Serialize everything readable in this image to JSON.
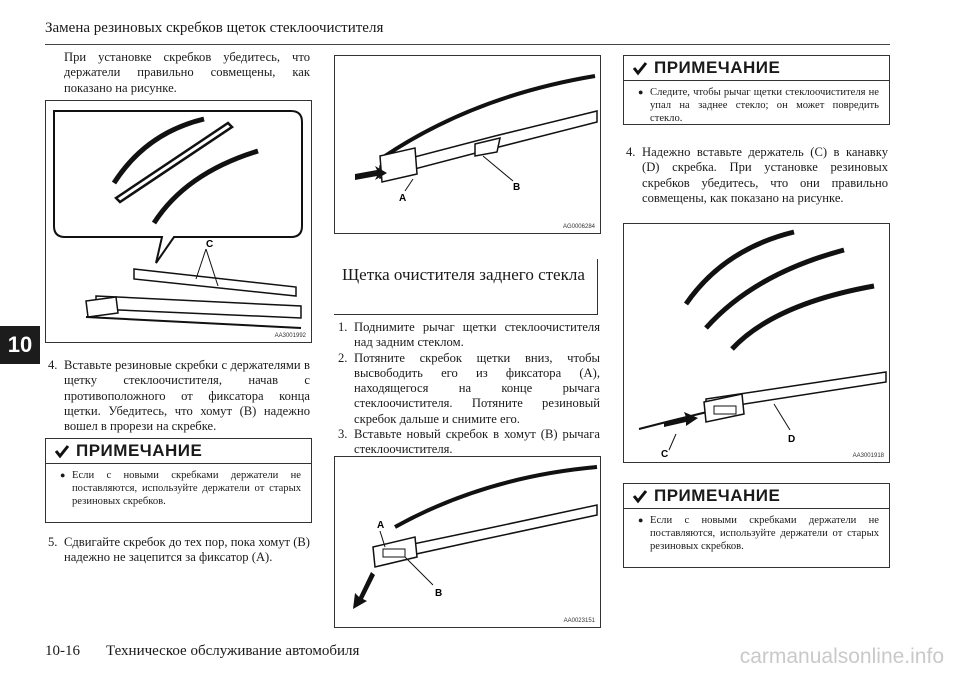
{
  "header": {
    "title": "Замена резиновых скребков щеток стеклоочистителя"
  },
  "chapter_tab": "10",
  "col1": {
    "intro": "При установке скребков убедитесь, что держатели правильно совмещены, как показано на рисунке.",
    "figure1": {
      "code": "AA3001992",
      "label_c": "C"
    },
    "step4_num": "4.",
    "step4": "Вставьте резиновые скребки с держателями в щетку стеклоочистителя, начав с противоположного от фиксатора конца щетки. Убедитесь, что хомут (B) надежно вошел в прорези на скребке.",
    "note": {
      "title": "ПРИМЕЧАНИЕ",
      "text": "Если с новыми скребками держатели не поставляются, используйте держатели от старых резиновых скребков."
    },
    "step5_num": "5.",
    "step5": "Сдвигайте скребок до тех пор, пока хомут (B) надежно не зацепится за фиксатор (A)."
  },
  "col2": {
    "figure2": {
      "code": "AG0006284",
      "label_a": "A",
      "label_b": "B"
    },
    "section_title": "Щетка очистителя заднего стекла",
    "steps": [
      {
        "num": "1.",
        "text": "Поднимите рычаг щетки стеклоочистителя над задним стеклом."
      },
      {
        "num": "2.",
        "text": "Потяните скребок щетки вниз, чтобы высвободить его из фиксатора (A), находящегося на конце рычага стеклоочистителя. Потяните резиновый скребок дальше и снимите его."
      },
      {
        "num": "3.",
        "text": "Вставьте новый скребок в хомут (B) рычага стеклоочистителя."
      }
    ],
    "figure3": {
      "code": "AA0023151",
      "label_a": "A",
      "label_b": "B"
    }
  },
  "col3": {
    "note1": {
      "title": "ПРИМЕЧАНИЕ",
      "text": "Следите, чтобы рычаг щетки стеклоочистителя не упал на заднее стекло; он может повредить стекло."
    },
    "step4_num": "4.",
    "step4": "Надежно вставьте держатель (C) в канавку (D) скребка. При установке резиновых скребков убедитесь, что они правильно совмещены, как показано на рисунке.",
    "figure4": {
      "code": "AA3001918",
      "label_c": "C",
      "label_d": "D"
    },
    "note2": {
      "title": "ПРИМЕЧАНИЕ",
      "text": "Если с новыми скребками держатели не поставляются, используйте держатели от старых резиновых скребков."
    }
  },
  "footer": {
    "page": "10-16",
    "title": "Техническое обслуживание автомобиля"
  },
  "watermark": "carmanualsonline.info"
}
